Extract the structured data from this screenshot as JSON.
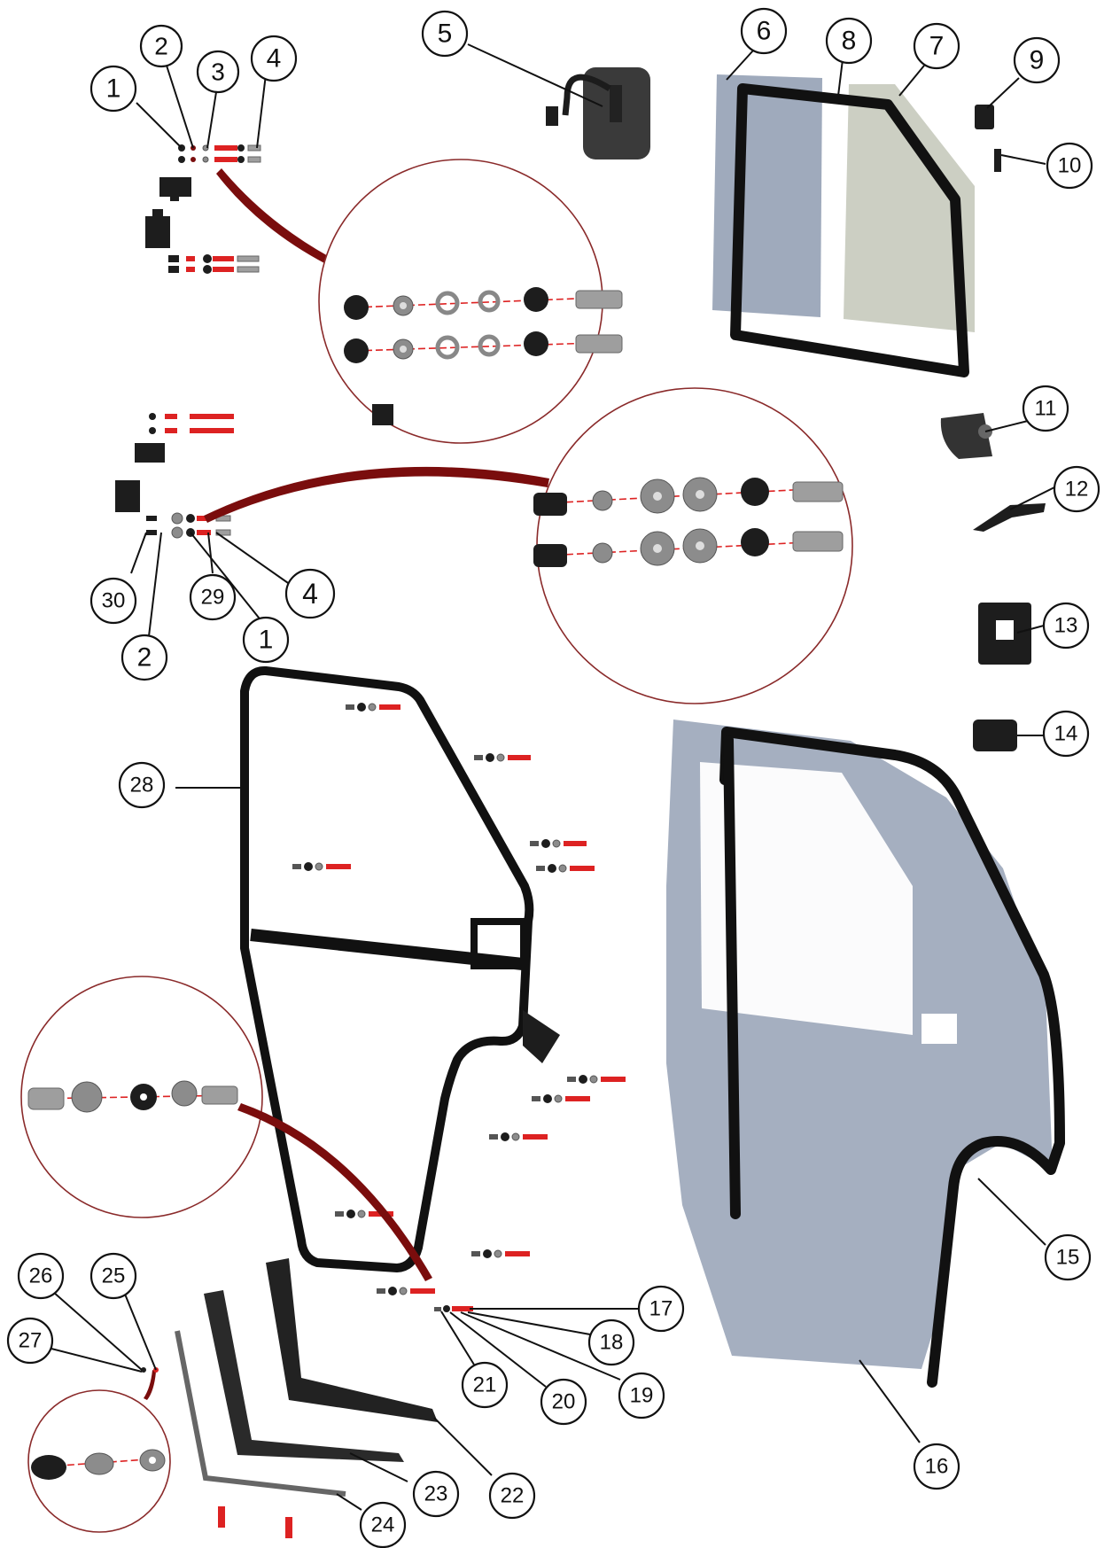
{
  "callouts": [
    {
      "label": "1"
    },
    {
      "label": "2"
    },
    {
      "label": "3"
    },
    {
      "label": "4"
    },
    {
      "label": "5"
    },
    {
      "label": "6"
    },
    {
      "label": "7"
    },
    {
      "label": "8"
    },
    {
      "label": "9"
    },
    {
      "label": "10"
    },
    {
      "label": "11"
    },
    {
      "label": "12"
    },
    {
      "label": "13"
    },
    {
      "label": "14"
    },
    {
      "label": "15"
    },
    {
      "label": "16"
    },
    {
      "label": "17"
    },
    {
      "label": "18"
    },
    {
      "label": "19"
    },
    {
      "label": "20"
    },
    {
      "label": "21"
    },
    {
      "label": "22"
    },
    {
      "label": "23"
    },
    {
      "label": "24"
    },
    {
      "label": "25"
    },
    {
      "label": "26"
    },
    {
      "label": "27"
    },
    {
      "label": "28"
    },
    {
      "label": "29"
    },
    {
      "label": "30"
    },
    {
      "label": "2"
    },
    {
      "label": "4"
    },
    {
      "label": "1"
    }
  ],
  "colors": {
    "frame": "#111111",
    "glass": "#8e9bb0",
    "glass_tint": "#c9ccc0",
    "accent_red": "#d22222",
    "zoom_link": "#7a0d0d"
  }
}
